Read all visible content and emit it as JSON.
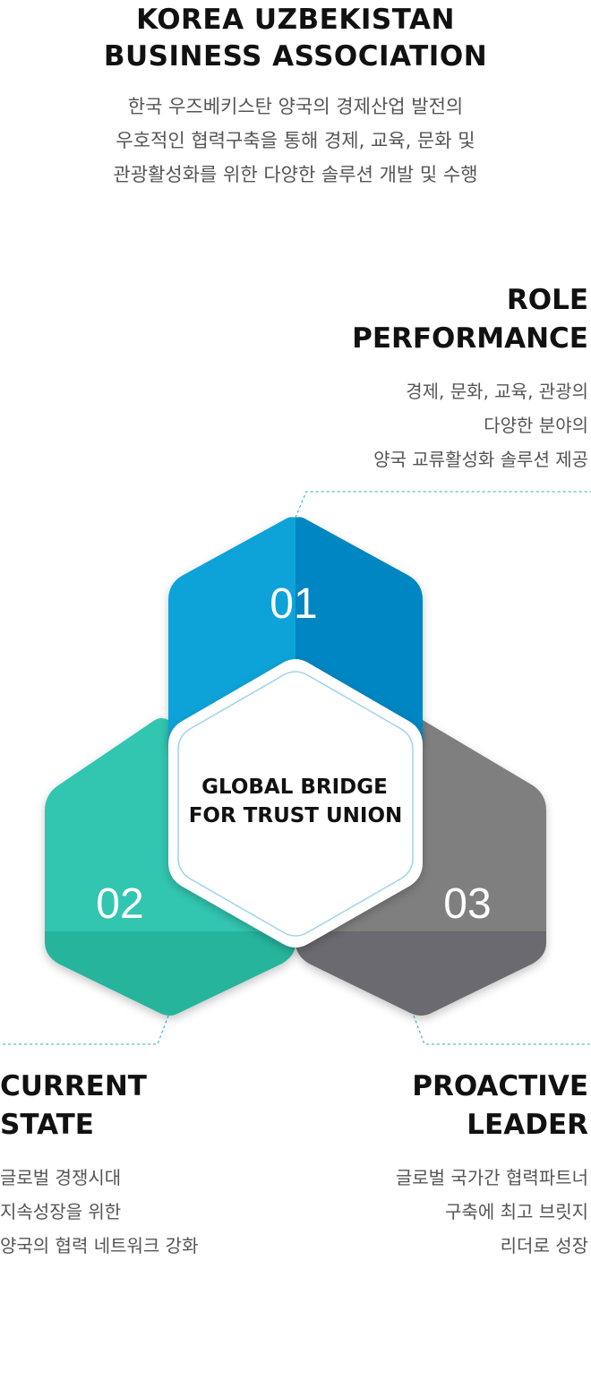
{
  "header": {
    "title_line1": "KOREA UZBEKISTAN",
    "title_line2": "BUSINESS ASSOCIATION",
    "desc_line1": "한국 우즈베키스탄 양국의 경제산업 발전의",
    "desc_line2": "우호적인 협력구축을 통해 경제, 교육, 문화 및",
    "desc_line3": "관광활성화를 위한 다양한 솔루션 개발 및 수행"
  },
  "center": {
    "line1": "GLOBAL BRIDGE",
    "line2": "FOR TRUST UNION"
  },
  "hexagons": [
    {
      "number": "01",
      "color_light": "#0aa3d8",
      "color_dark": "#0286c2"
    },
    {
      "number": "02",
      "color_light": "#33c6b0",
      "color_dark": "#25b49d"
    },
    {
      "number": "03",
      "color_light": "#7f7f7f",
      "color_dark": "#6b6b70"
    }
  ],
  "blocks": {
    "role": {
      "title_line1": "ROLE",
      "title_line2": "PERFORMANCE",
      "line1": "경제, 문화, 교육, 관광의",
      "line2": "다양한 분야의",
      "line3": "양국 교류활성화 솔루션 제공"
    },
    "current": {
      "title_line1": "CURRENT",
      "title_line2": "STATE",
      "line1": "글로벌 경쟁시대",
      "line2": "지속성장을 위한",
      "line3": "양국의 협력 네트워크 강화"
    },
    "proactive": {
      "title_line1": "PROACTIVE",
      "title_line2": "LEADER",
      "line1": "글로벌 국가간 협력파트너",
      "line2": "구축에 최고 브릿지",
      "line3": "리더로 성장"
    }
  }
}
